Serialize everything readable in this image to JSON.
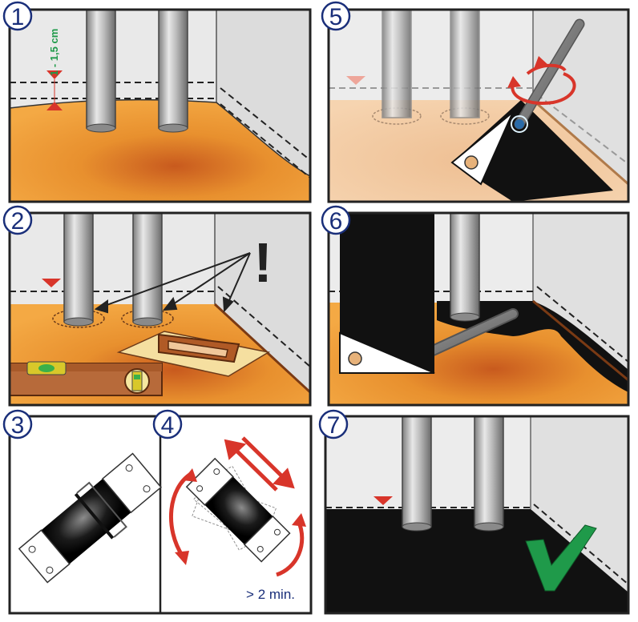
{
  "steps": [
    {
      "number": "1",
      "label": "1 - 1,5 cm"
    },
    {
      "number": "2",
      "label": "!"
    },
    {
      "number": "3"
    },
    {
      "number": "4",
      "label": "> 2 min."
    },
    {
      "number": "5"
    },
    {
      "number": "6"
    },
    {
      "number": "7"
    }
  ],
  "colors": {
    "screed_orange": "#e8902e",
    "screed_light": "#f0c79a",
    "wall_grey": "#e6e6e6",
    "black_coat": "#111111",
    "arrow_red": "#d8352a",
    "marker_red": "#d8352a",
    "check_green": "#1f9a4a",
    "number_blue": "#1a2f7a",
    "measure_green": "#1f9a4a"
  },
  "icons": [
    "level-marker-icon",
    "rotation-arrow-icon",
    "checkmark-icon",
    "spirit-level-icon",
    "float-trowel-icon",
    "brush-roller-icon",
    "exclamation-icon"
  ]
}
